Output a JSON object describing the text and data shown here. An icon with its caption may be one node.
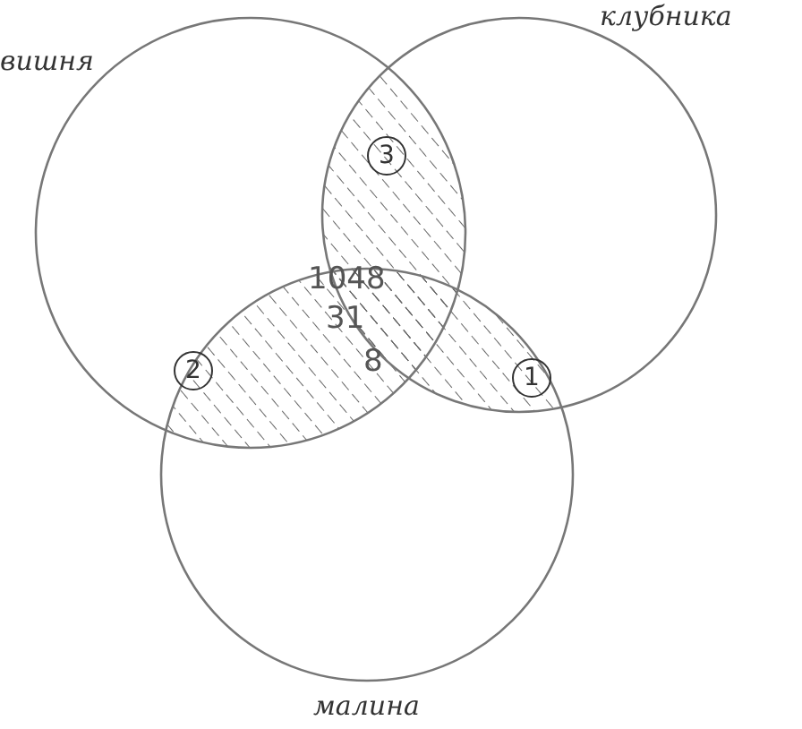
{
  "diagram": {
    "nodes": [
      {
        "text": [
          "вишня"
        ]
      },
      {
        "text": [
          "клубника"
        ]
      },
      {
        "text": [
          "малина"
        ]
      }
    ],
    "labels": [
      "3",
      "1048",
      "31",
      "2",
      "8",
      "1"
    ]
  }
}
